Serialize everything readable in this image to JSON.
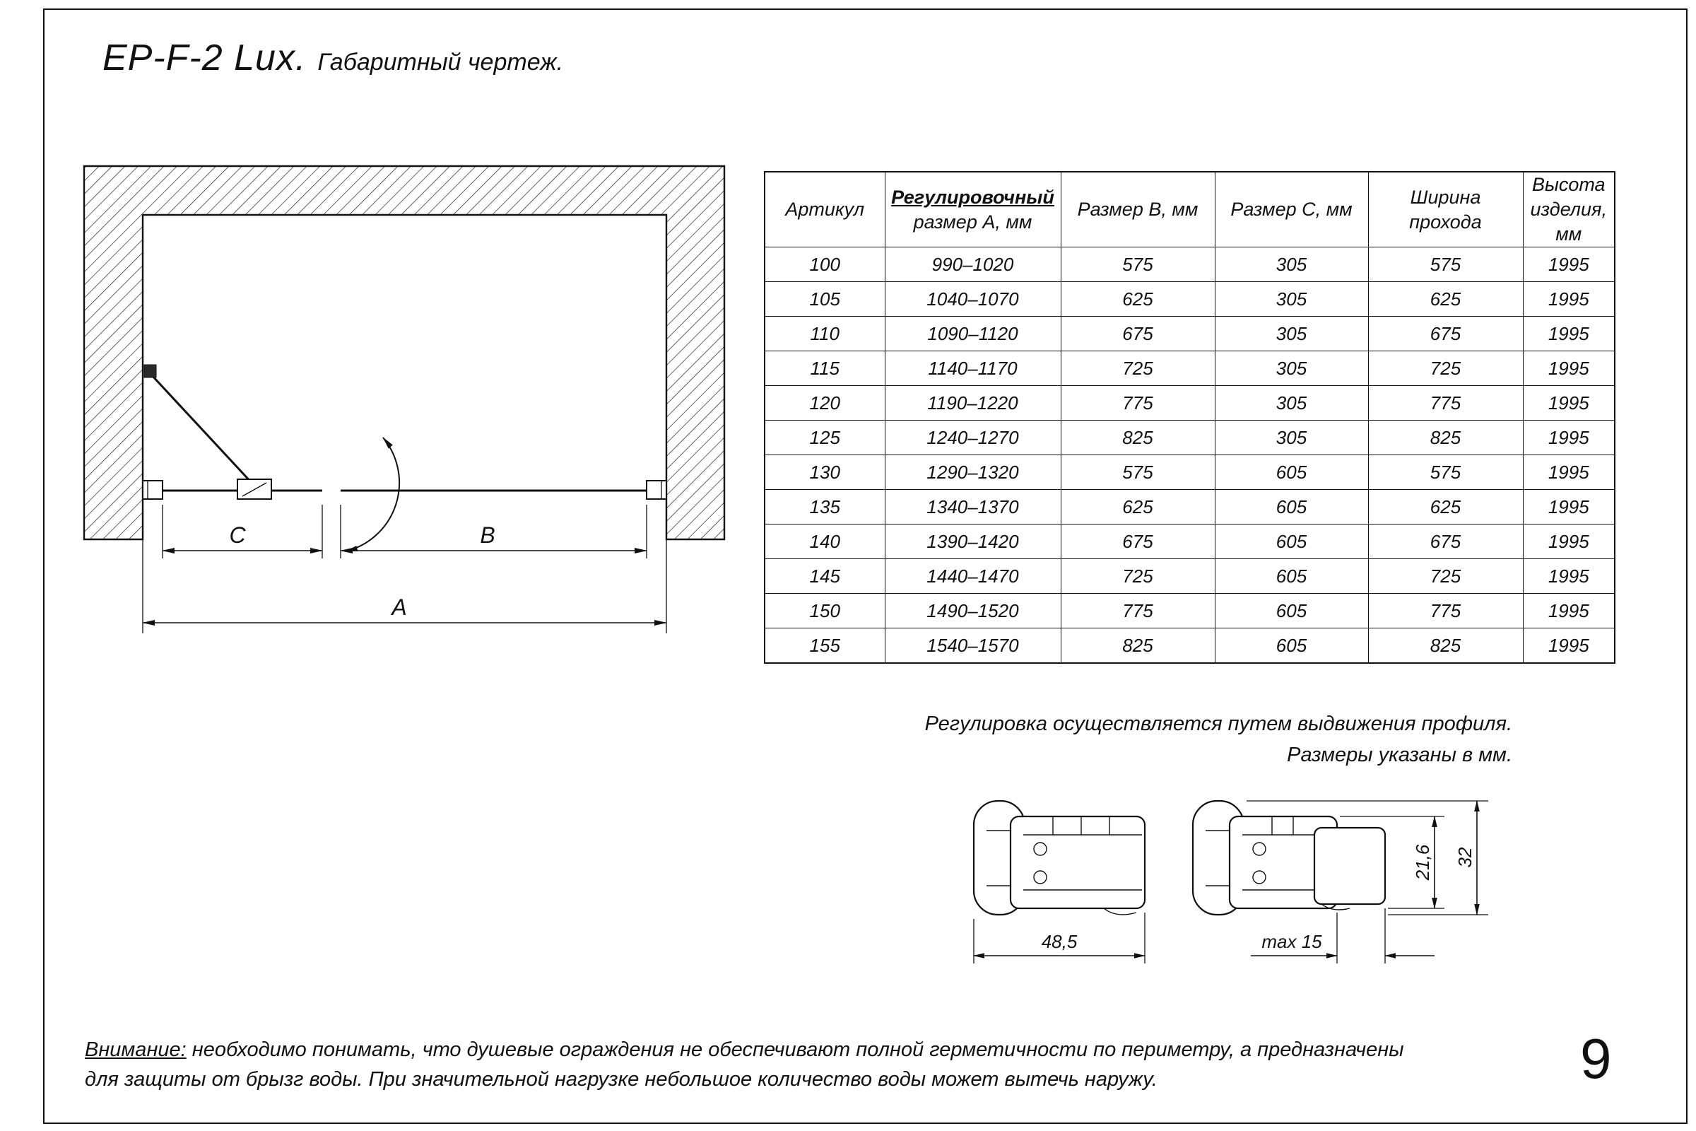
{
  "page": {
    "title_main": "EP-F-2 Lux.",
    "title_sub": "Габаритный чертеж.",
    "page_number": "9"
  },
  "drawing": {
    "dim_a": "A",
    "dim_b": "B",
    "dim_c": "C"
  },
  "table": {
    "headers": {
      "article": "Артикул",
      "size_a_line1": "Регулировочный",
      "size_a_line2": "размер A, мм",
      "size_b": "Размер B, мм",
      "size_c": "Размер C, мм",
      "passage_width": "Ширина\nпрохода",
      "product_height": "Высота\nизделия,\nмм"
    },
    "rows": [
      [
        "100",
        "990–1020",
        "575",
        "305",
        "575",
        "1995"
      ],
      [
        "105",
        "1040–1070",
        "625",
        "305",
        "625",
        "1995"
      ],
      [
        "110",
        "1090–1120",
        "675",
        "305",
        "675",
        "1995"
      ],
      [
        "115",
        "1140–1170",
        "725",
        "305",
        "725",
        "1995"
      ],
      [
        "120",
        "1190–1220",
        "775",
        "305",
        "775",
        "1995"
      ],
      [
        "125",
        "1240–1270",
        "825",
        "305",
        "825",
        "1995"
      ],
      [
        "130",
        "1290–1320",
        "575",
        "605",
        "575",
        "1995"
      ],
      [
        "135",
        "1340–1370",
        "625",
        "605",
        "625",
        "1995"
      ],
      [
        "140",
        "1390–1420",
        "675",
        "605",
        "675",
        "1995"
      ],
      [
        "145",
        "1440–1470",
        "725",
        "605",
        "725",
        "1995"
      ],
      [
        "150",
        "1490–1520",
        "775",
        "605",
        "775",
        "1995"
      ],
      [
        "155",
        "1540–1570",
        "825",
        "605",
        "825",
        "1995"
      ]
    ]
  },
  "notes": {
    "adjustment": "Регулировка осуществляется путем выдвижения профиля.",
    "units": "Размеры указаны в мм."
  },
  "profiles": {
    "width_left": "48,5",
    "max_extension": "max 15",
    "height_inner": "21,6",
    "height_outer": "32"
  },
  "warning": {
    "label": "Внимание:",
    "line1": " необходимо понимать, что душевые ограждения не обеспечивают полной герметичности по периметру, а предназначены",
    "line2": "для защиты от брызг воды. При значительной нагрузке небольшое количество воды может вытечь наружу."
  }
}
